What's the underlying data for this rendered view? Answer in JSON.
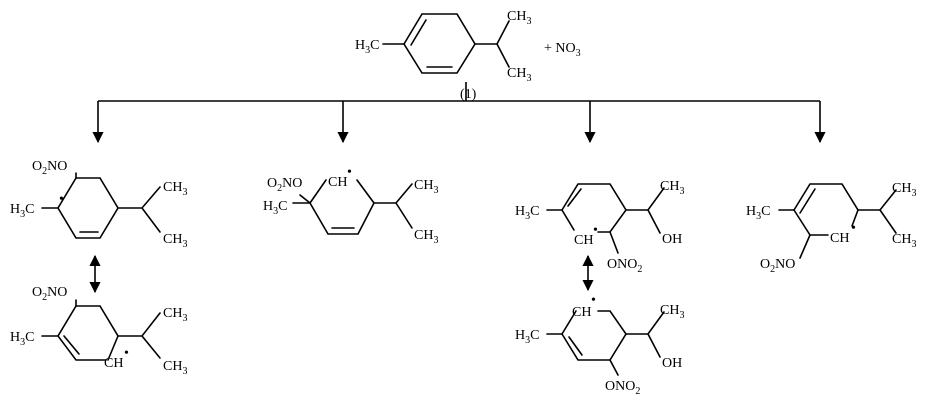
{
  "reactant": {
    "methyl_left": [
      "H",
      "3",
      "C"
    ],
    "methyl_top": [
      "CH",
      "3"
    ],
    "methyl_bottom": [
      "CH",
      "3"
    ],
    "reagent": [
      "+ NO",
      "3"
    ]
  },
  "step_label": "(1)",
  "product1": {
    "nitrate": [
      "O",
      "2",
      "NO"
    ],
    "methyl": [
      "H",
      "3",
      "C"
    ],
    "ch3_top": [
      "CH",
      "3"
    ],
    "ch3_bottom": [
      "CH",
      "3"
    ],
    "radical_dot": "•"
  },
  "product1_resonance": {
    "nitrate": [
      "O",
      "2",
      "NO"
    ],
    "methyl": [
      "H",
      "3",
      "C"
    ],
    "ch3_top": [
      "CH",
      "3"
    ],
    "ch3_bottom": [
      "CH",
      "3"
    ],
    "radical": "CH",
    "radical_dot": "•"
  },
  "product2": {
    "nitrate": [
      "O",
      "2",
      "NO"
    ],
    "methyl": [
      "H",
      "3",
      "C"
    ],
    "radical": "CH",
    "radical_dot": "•",
    "ch3_top": [
      "CH",
      "3"
    ],
    "ch3_bottom": [
      "CH",
      "3"
    ]
  },
  "product3": {
    "methyl": [
      "H",
      "3",
      "C"
    ],
    "radical": "CH",
    "radical_dot": "•",
    "ch3_top": [
      "CH",
      "3"
    ],
    "hydroxyl": "OH",
    "nitrate": [
      "ONO",
      "2"
    ]
  },
  "product3_resonance": {
    "methyl": [
      "H",
      "3",
      "C"
    ],
    "radical": "CH",
    "radical_dot": "•",
    "ch3_top": [
      "CH",
      "3"
    ],
    "hydroxyl": "OH",
    "nitrate": [
      "ONO",
      "2"
    ]
  },
  "product4": {
    "methyl": [
      "H",
      "3",
      "C"
    ],
    "radical": "CH",
    "radical_dot": "•",
    "ch3_top": [
      "CH",
      "3"
    ],
    "ch3_bottom": [
      "CH",
      "3"
    ],
    "nitrate": [
      "O",
      "2",
      "NO"
    ]
  }
}
